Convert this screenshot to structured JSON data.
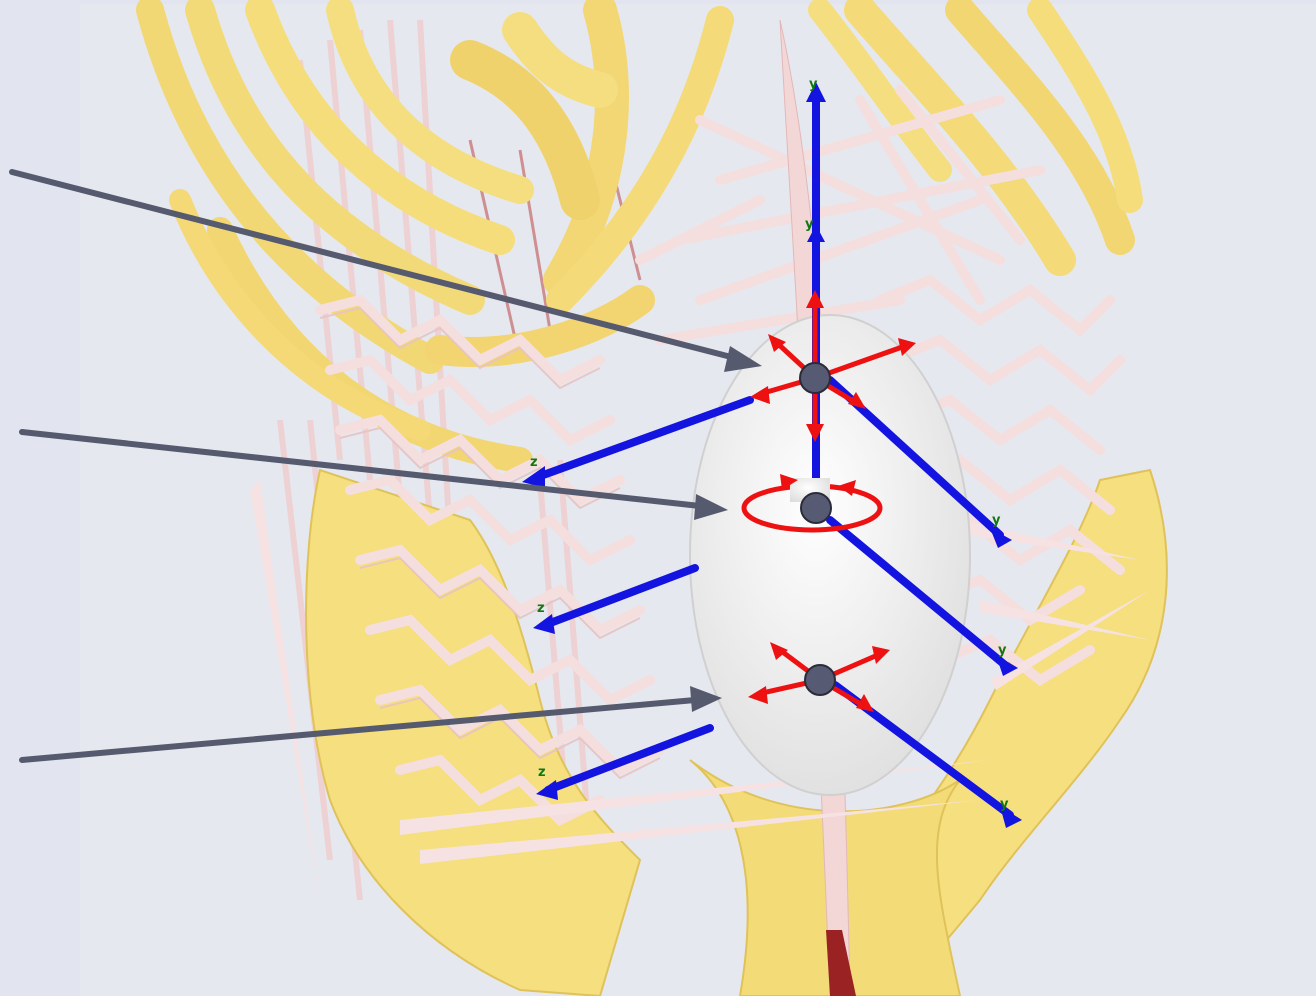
{
  "colors": {
    "background": "#e2e5f0",
    "viewport": "#e6e8ef",
    "bone": "#f4dc78",
    "bone_shadow": "#d9b84e",
    "muscle": "#f4dcdc",
    "muscle_shadow": "#e2b8b8",
    "muscle_red": "#b53a3a",
    "axis_blue": "#1414e0",
    "axis_label_green": "#117711",
    "force_red": "#ee1111",
    "pointer_line": "#555a6e",
    "node_fill": "#565a72",
    "pressure_ellipsoid": "#f2f2f2"
  },
  "axis_labels": {
    "top": "y",
    "upper": "y",
    "right_1": "y",
    "right_2": "y",
    "right_3": "y",
    "left_1": "z",
    "left_2": "z",
    "left_3": "z"
  },
  "icons": {
    "top_node": "joint-node-icon",
    "middle_node": "rotation-node-icon",
    "bottom_node": "joint-node-icon"
  }
}
